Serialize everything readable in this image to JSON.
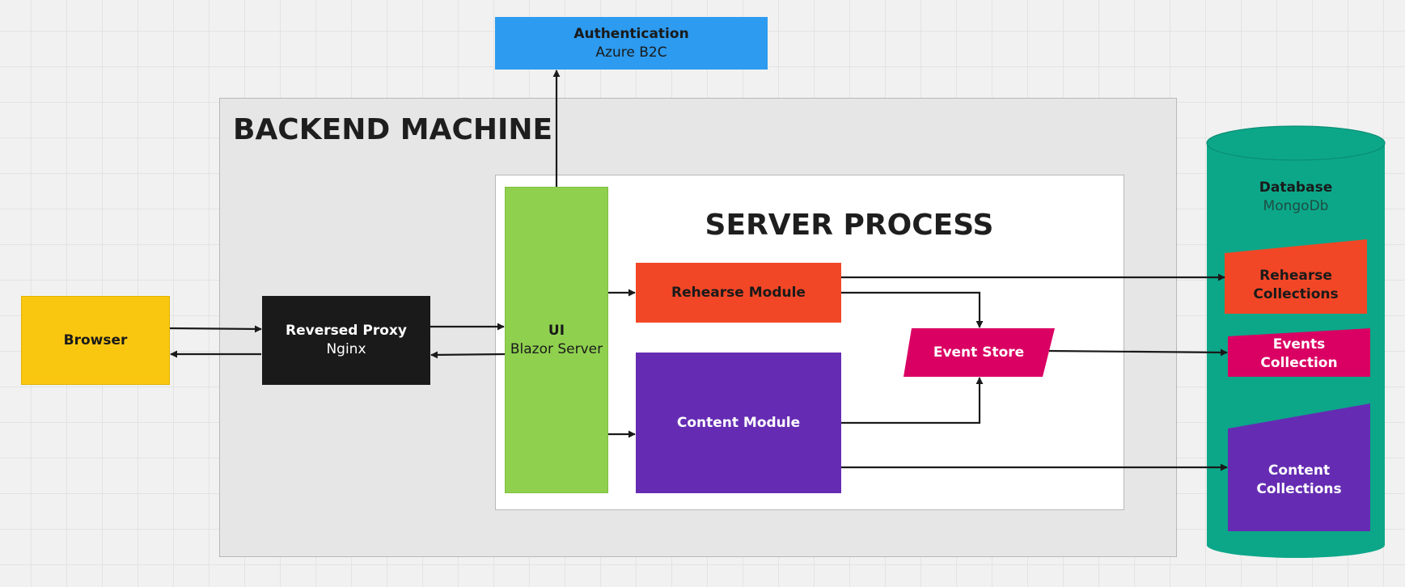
{
  "authentication": {
    "title": "Authentication",
    "subtitle": "Azure B2C",
    "color": "#2d9bf0"
  },
  "backend_machine": {
    "title": "BACKEND MACHINE",
    "color": "#e6e6e6"
  },
  "server_process": {
    "title": "SERVER PROCESS",
    "color": "#ffffff"
  },
  "browser": {
    "title": "Browser",
    "color": "#fac710"
  },
  "reversed_proxy": {
    "title": "Reversed Proxy",
    "subtitle": "Nginx",
    "color": "#1a1a1a"
  },
  "ui": {
    "title": "UI",
    "subtitle": "Blazor Server",
    "color": "#8fd14f"
  },
  "rehearse_module": {
    "title": "Rehearse Module",
    "color": "#f24726"
  },
  "content_module": {
    "title": "Content Module",
    "color": "#652cb3"
  },
  "event_store": {
    "title": "Event Store",
    "color": "#da0063"
  },
  "database": {
    "title": "Database",
    "subtitle": "MongoDb",
    "color": "#0ca789",
    "collections": {
      "rehearse": {
        "title": "Rehearse Collections",
        "line1": "Rehearse",
        "line2": "Collections",
        "color": "#f24726"
      },
      "events": {
        "title": "Events Collection",
        "line1": "Events",
        "line2": "Collection",
        "color": "#da0063"
      },
      "content": {
        "title": "Content Collections",
        "line1": "Content",
        "line2": "Collections",
        "color": "#652cb3"
      }
    }
  }
}
